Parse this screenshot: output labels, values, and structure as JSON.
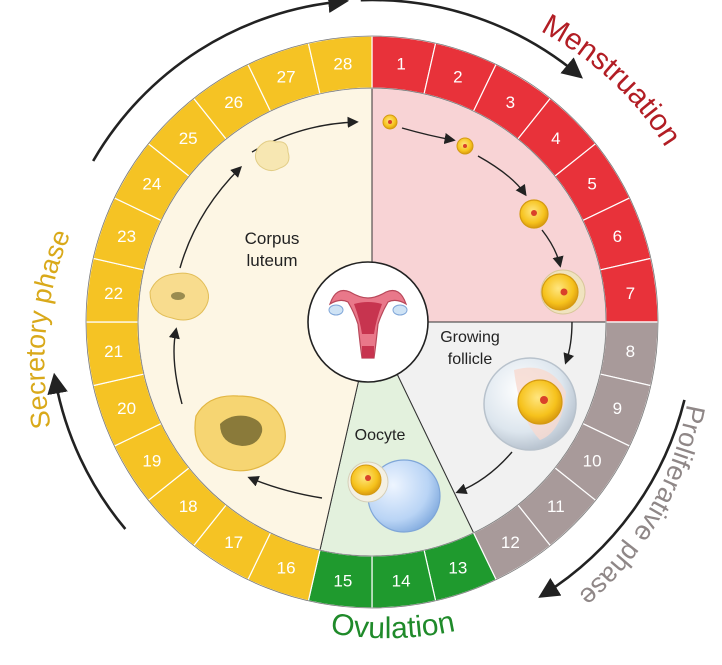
{
  "colors": {
    "menstruation": "#e8323a",
    "proliferative": "#a89a9a",
    "ovulation": "#1f9a2e",
    "secretory": "#f5c324",
    "menstruation_inner": "#f8d3d5",
    "proliferative_inner": "#f1f1f1",
    "ovulation_inner": "#e3f1dd",
    "secretory_inner": "#fdf6e4",
    "menstruation_label": "#b21d24",
    "proliferative_label": "#8f8787",
    "ovulation_label": "#1f8a2a",
    "secretory_label": "#d9a91a",
    "day_text": "#ffffff"
  },
  "days": [
    "1",
    "2",
    "3",
    "4",
    "5",
    "6",
    "7",
    "8",
    "9",
    "10",
    "11",
    "12",
    "13",
    "14",
    "15",
    "16",
    "17",
    "18",
    "19",
    "20",
    "21",
    "22",
    "23",
    "24",
    "25",
    "26",
    "27",
    "28"
  ],
  "phases": {
    "menstruation": "Menstruation",
    "proliferative": "Proliferative phase",
    "ovulation": "Ovulation",
    "secretory": "Secretory phase"
  },
  "labels": {
    "corpus_line1": "Corpus",
    "corpus_line2": "luteum",
    "growing_line1": "Growing",
    "growing_line2": "follicle",
    "oocyte": "Oocyte"
  },
  "icons": [
    "uterus-icon",
    "follicle-icon",
    "corpus-luteum-icon",
    "oocyte-icon",
    "arrow-icon"
  ]
}
